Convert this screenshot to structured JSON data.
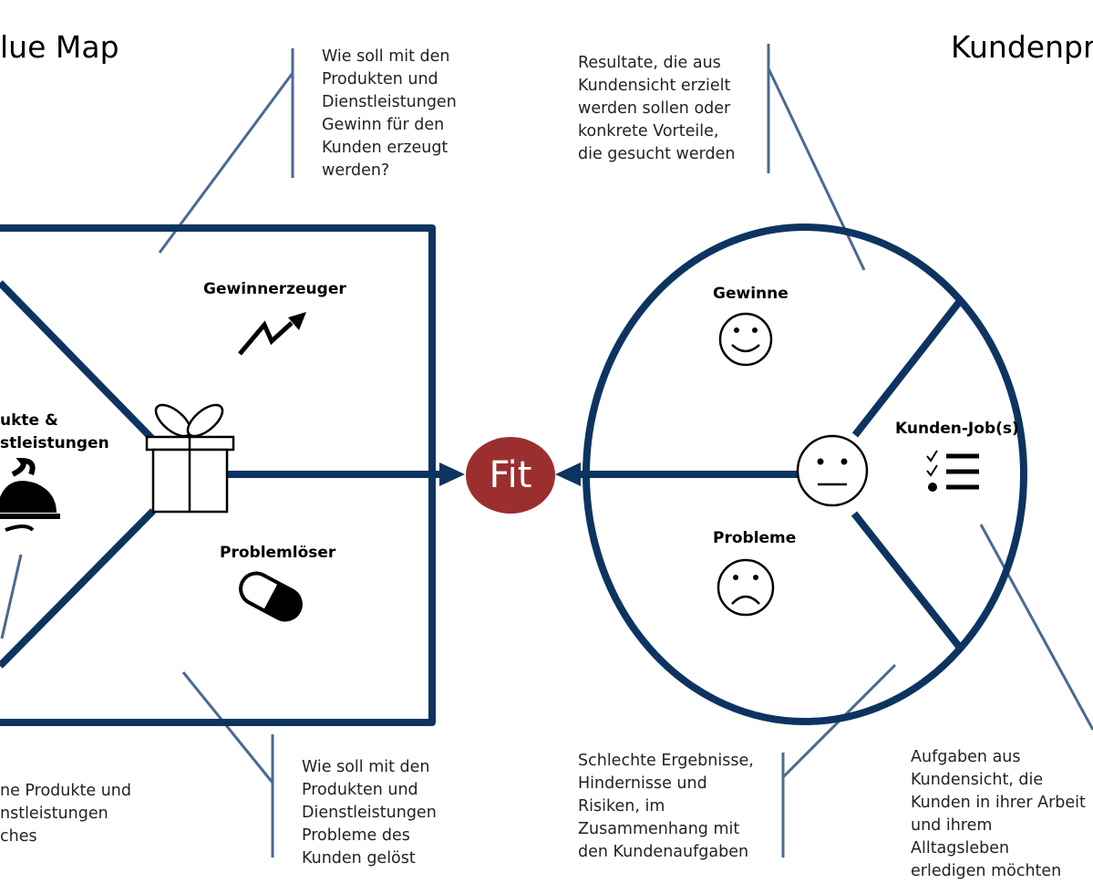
{
  "headings": {
    "value_map": "lue Map",
    "customer_profile": "Kundenpro"
  },
  "annotations": {
    "gain_creators_desc": "Wie soll mit den\nProdukten und\nDienstleistungen\nGewinn für den\nKunden erzeugt\nwerden?",
    "gains_desc": "Resultate, die aus\nKundensicht erzielt\nwerden sollen oder\nkonkrete Vorteile,\ndie gesucht werden",
    "products_desc": "ne Produkte und\nnstleistungen\nches",
    "pain_relievers_desc": "Wie soll mit den\nProdukten und\nDienstleistungen\nProbleme des\nKunden gelöst",
    "pains_desc": "Schlechte Ergebnisse,\nHindernisse und\nRisiken, im\nZusammenhang mit\nden Kundenaufgaben",
    "jobs_desc": "Aufgaben aus\nKundensicht, die\nKunden  in  ihrer Arbeit\nund ihrem Alltagsleben\nerledigen möchten"
  },
  "labels": {
    "gain_creators": "Gewinnerzeuger",
    "products": "ukte &\nstleistungen",
    "pain_relievers": "Problemlöser",
    "gains": "Gewinne",
    "pains": "Probleme",
    "customer_jobs": "Kunden-Job(s)",
    "fit": "Fit"
  },
  "icons": {
    "gain_creators": "trend-up-arrow-icon",
    "products": "gift-icon",
    "products_service": "serving-platter-icon",
    "pain_relievers": "pill-icon",
    "gains": "smiley-happy-icon",
    "pains": "smiley-sad-icon",
    "neutral": "smiley-neutral-icon",
    "customer_jobs": "checklist-icon"
  },
  "colors": {
    "frame": "#0d3461",
    "connector": "#4a6a91",
    "fit": "#9b2f2f"
  }
}
